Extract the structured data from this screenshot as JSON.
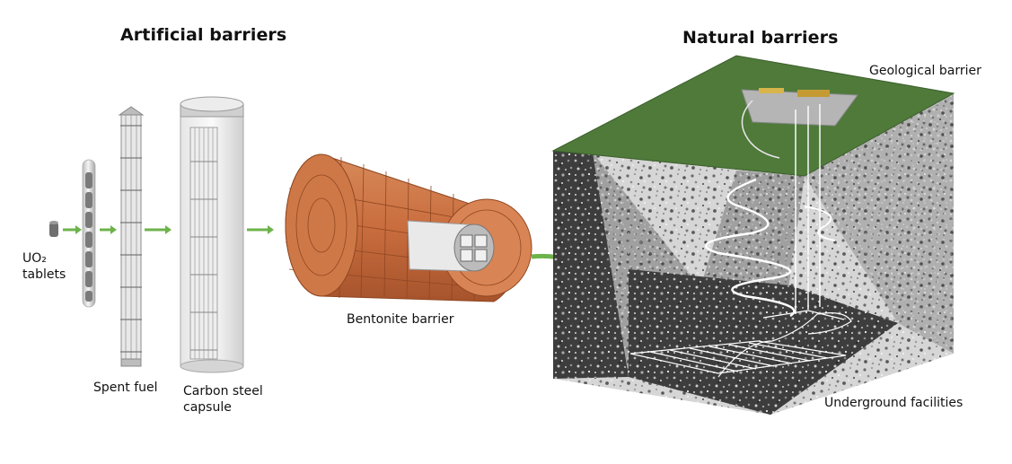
{
  "headings": {
    "artificial": "Artificial barriers",
    "natural": "Natural barriers"
  },
  "labels": {
    "uo2_line1": "UO₂",
    "uo2_line2": "tablets",
    "spent_fuel": "Spent fuel",
    "capsule_line1": "Carbon steel",
    "capsule_line2": "capsule",
    "bentonite": "Bentonite barrier",
    "geological": "Geological barrier",
    "underground": "Underground facilities"
  },
  "colors": {
    "arrow_green": "#6db34b",
    "bentonite": "#c96d3e",
    "surface_green": "#4f7a3a",
    "rock_light": "#d9d9d9",
    "rock_dark": "#3a3a3a"
  }
}
